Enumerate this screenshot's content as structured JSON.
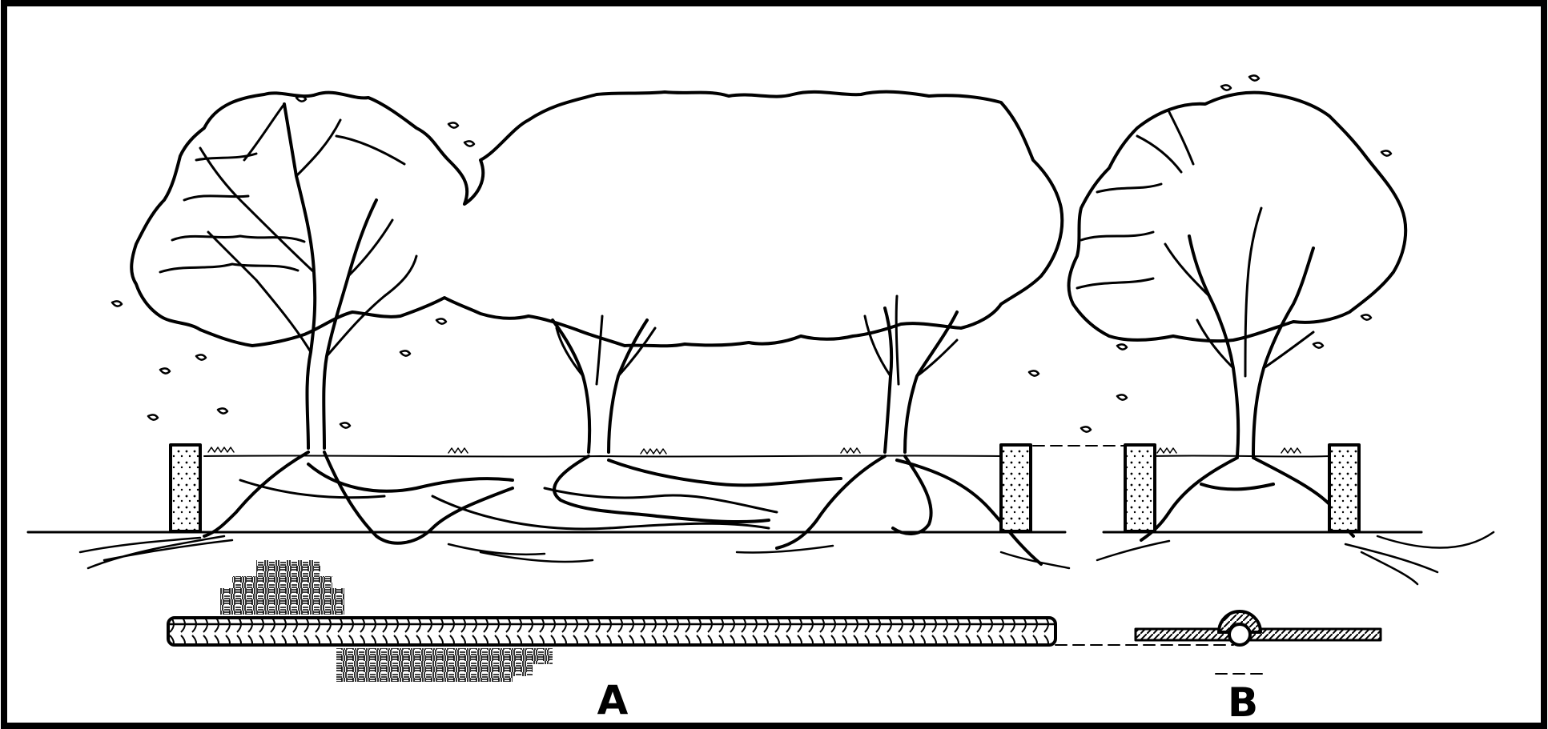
{
  "diagram": {
    "panels": [
      {
        "id": "A",
        "label": "A"
      },
      {
        "id": "B",
        "label": "B"
      }
    ],
    "colors": {
      "ink": "#000000",
      "paper": "#ffffff"
    }
  }
}
